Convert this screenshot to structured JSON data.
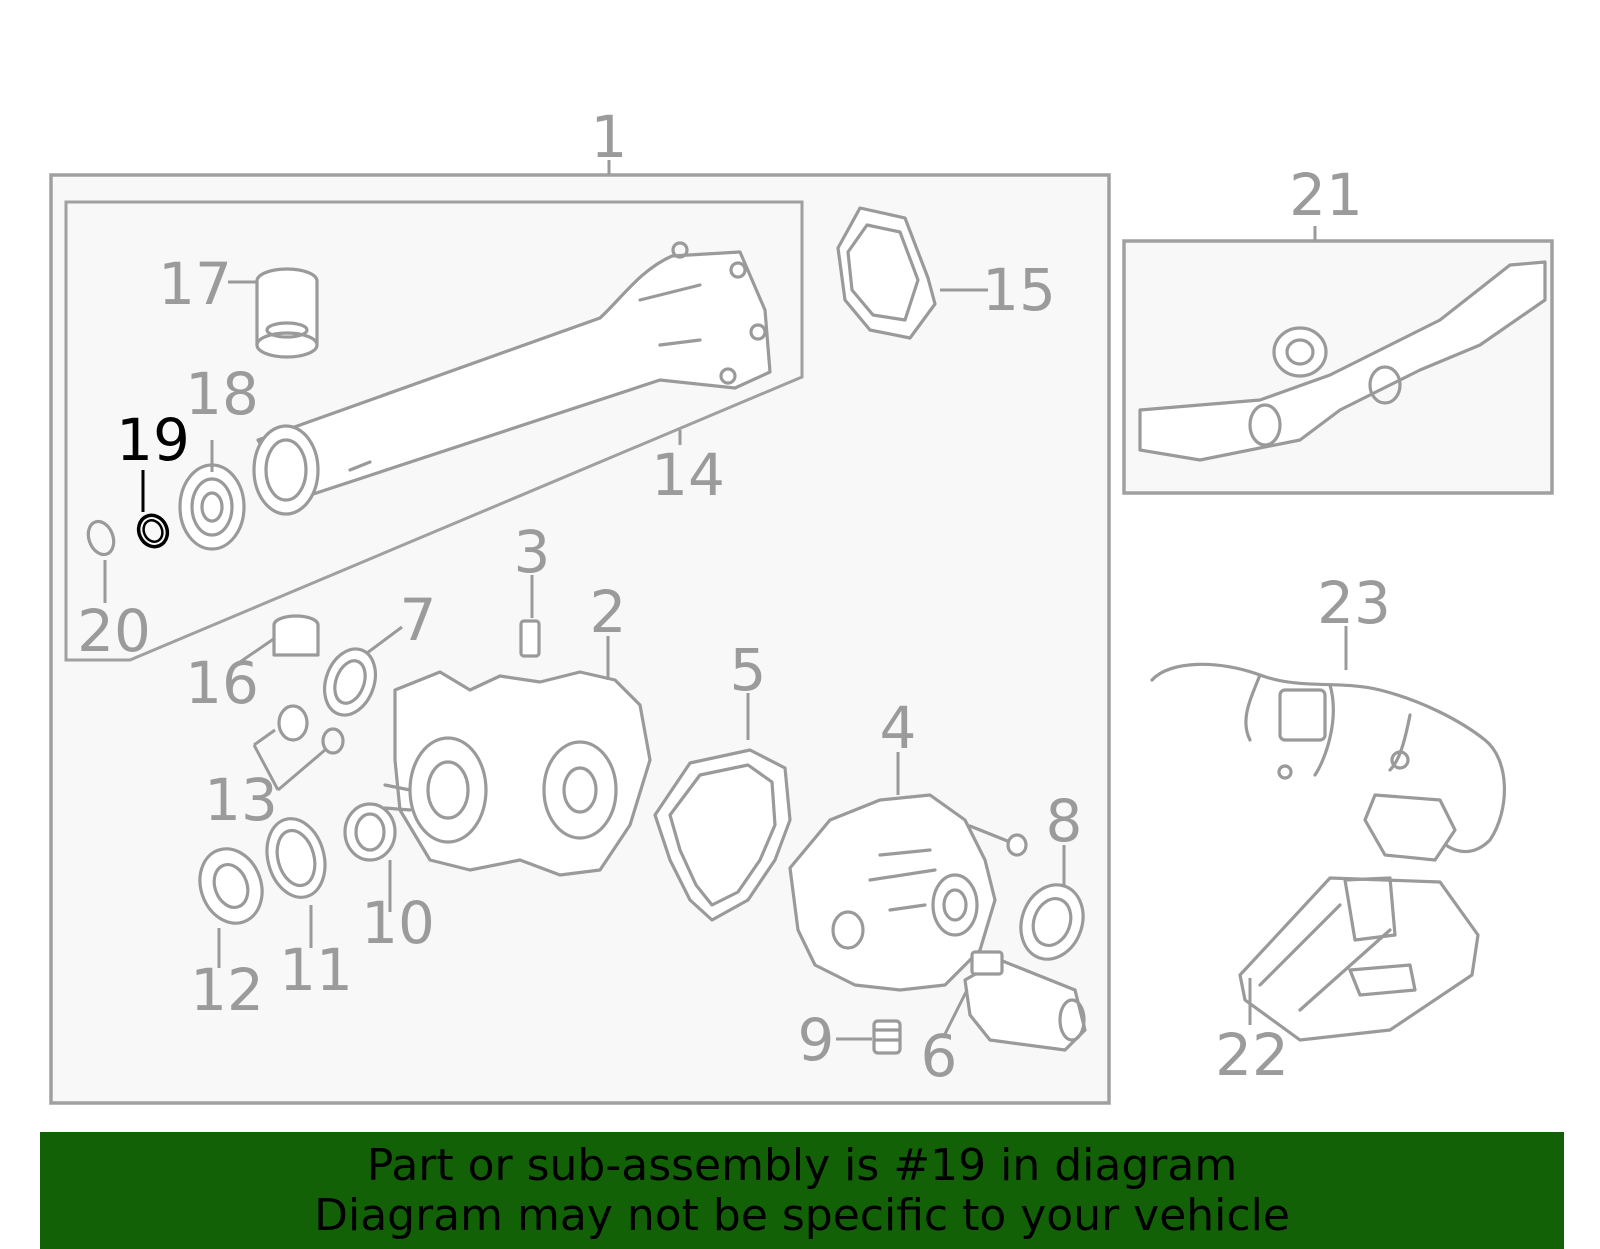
{
  "callouts": [
    {
      "id": "1",
      "label": "1"
    },
    {
      "id": "2",
      "label": "2"
    },
    {
      "id": "3",
      "label": "3"
    },
    {
      "id": "4",
      "label": "4"
    },
    {
      "id": "5",
      "label": "5"
    },
    {
      "id": "6",
      "label": "6"
    },
    {
      "id": "7",
      "label": "7"
    },
    {
      "id": "8",
      "label": "8"
    },
    {
      "id": "9",
      "label": "9"
    },
    {
      "id": "10",
      "label": "10"
    },
    {
      "id": "11",
      "label": "11"
    },
    {
      "id": "12",
      "label": "12"
    },
    {
      "id": "13",
      "label": "13"
    },
    {
      "id": "14",
      "label": "14"
    },
    {
      "id": "15",
      "label": "15"
    },
    {
      "id": "16",
      "label": "16"
    },
    {
      "id": "17",
      "label": "17"
    },
    {
      "id": "18",
      "label": "18"
    },
    {
      "id": "19",
      "label": "19",
      "highlighted": true
    },
    {
      "id": "20",
      "label": "20"
    },
    {
      "id": "21",
      "label": "21"
    },
    {
      "id": "22",
      "label": "22"
    },
    {
      "id": "23",
      "label": "23"
    }
  ],
  "colors": {
    "line_art": "#9a9a9a",
    "highlight": "#000000",
    "banner_background": "#126107",
    "banner_text": "#000000"
  },
  "banner": {
    "line1": "Part or sub-assembly is #19 in diagram",
    "line2": "Diagram may not be specific to your vehicle"
  }
}
